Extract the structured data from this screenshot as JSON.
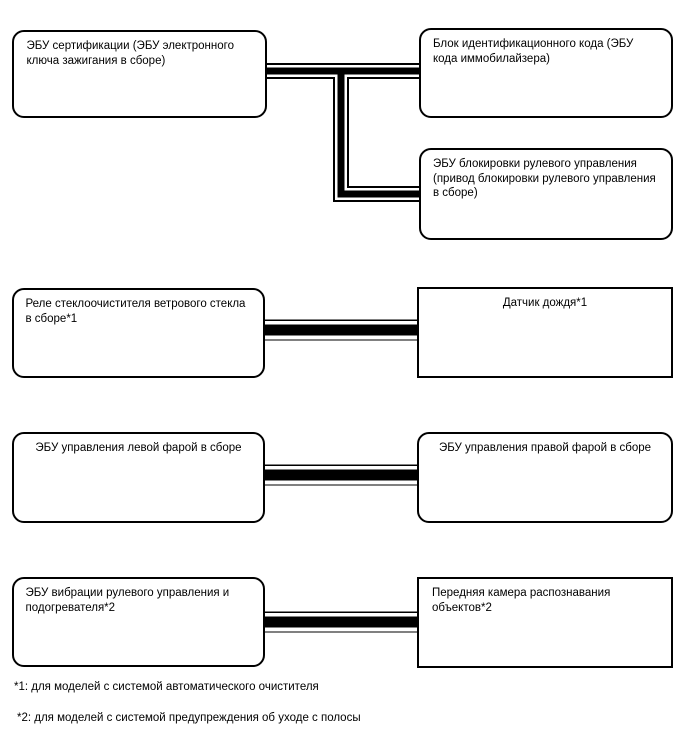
{
  "diagram": {
    "boxes": [
      {
        "id": "certification-ecu",
        "label": "ЭБУ сертификации (ЭБУ электронного ключа зажигания в сборе)",
        "shape": "rounded"
      },
      {
        "id": "id-code-box",
        "label": "Блок идентификационного кода (ЭБУ кода иммобилайзера)",
        "shape": "rounded"
      },
      {
        "id": "steering-lock-ecu",
        "label": "ЭБУ блокировки рулевого управления (привод блокировки рулевого управления в сборе)",
        "shape": "rounded"
      },
      {
        "id": "wiper-relay",
        "label": "Реле стеклоочистителя ветрового стекла в сборе*1",
        "shape": "rounded"
      },
      {
        "id": "rain-sensor",
        "label": "Датчик дождя*1",
        "shape": "square"
      },
      {
        "id": "headlight-left-ecu",
        "label": "ЭБУ управления левой фарой в сборе",
        "shape": "rounded"
      },
      {
        "id": "headlight-right-ecu",
        "label": "ЭБУ управления правой фарой в сборе",
        "shape": "rounded"
      },
      {
        "id": "steering-vibration-ecu",
        "label": "ЭБУ вибрации рулевого управления и подогревателя*2",
        "shape": "rounded"
      },
      {
        "id": "front-camera",
        "label": "Передняя камера распознавания объектов*2",
        "shape": "square"
      }
    ],
    "footnotes": [
      "*1: для моделей с системой автоматического очистителя",
      "*2: для моделей с системой предупреждения об уходе с полосы"
    ],
    "colors": {
      "line": "#000000",
      "background": "#ffffff"
    }
  }
}
